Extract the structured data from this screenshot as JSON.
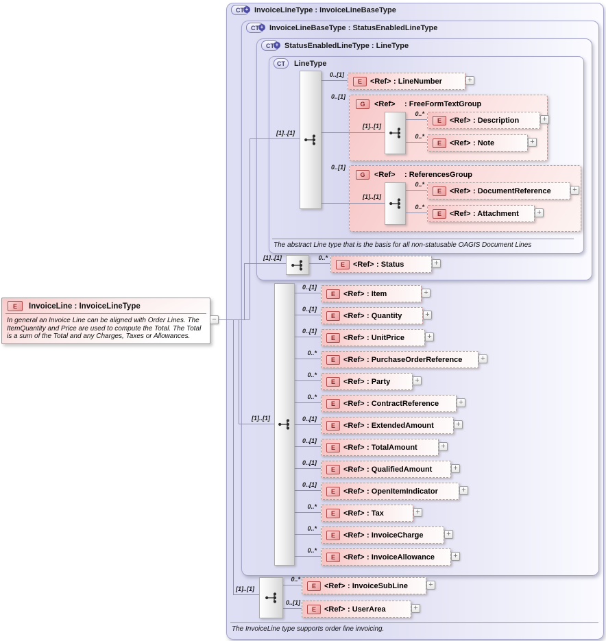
{
  "palette": {
    "container_fill": "#d8d8f0",
    "container_border": "#a3a3c8",
    "element_fill": "#f7c3c3",
    "tag_border": "#b04848",
    "ct_border": "#8181bd",
    "connector": "#8f8fa8"
  },
  "icons": {
    "expand": "+",
    "collapse": "−",
    "ct_plus": "+"
  },
  "tags": {
    "element": "E",
    "group": "G",
    "complex_type": "CT"
  },
  "ref_label": "<Ref>",
  "source": {
    "title": "InvoiceLine : InvoiceLineType",
    "annotation": "In general an Invoice Line can be aligned with Order Lines. The ItemQuantity and Price are used to compute the Total. The Total is a sum of the Total and any Charges, Taxes or Allowances."
  },
  "containers": {
    "invoice_line_type": {
      "title": "InvoiceLineType : InvoiceLineBaseType",
      "annotation": "The InvoiceLine type supports order line invoicing."
    },
    "invoice_line_base_type": {
      "title": "InvoiceLineBaseType : StatusEnabledLineType"
    },
    "status_enabled_line_type": {
      "title": "StatusEnabledLineType : LineType"
    },
    "line_type": {
      "title": "LineType",
      "annotation": "The abstract Line type that is the basis for all non-statusable OAGIS Document Lines"
    }
  },
  "occurs": {
    "line_type_seq": "[1]..[1]",
    "free_form_text_group_seq": "[1]..[1]",
    "references_group_seq": "[1]..[1]",
    "status_seq": "[1]..[1]",
    "base_seq": "[1]..[1]",
    "invoice_line_seq": "[1]..[1]"
  },
  "groups": {
    "free_form_text_group": {
      "card": "0..[1]",
      "name": ": FreeFormTextGroup"
    },
    "references_group": {
      "card": "0..[1]",
      "name": ": ReferencesGroup"
    }
  },
  "elements": {
    "line_number": {
      "card": "0..[1]",
      "name": ": LineNumber"
    },
    "description": {
      "card": "0..*",
      "name": ": Description"
    },
    "note": {
      "card": "0..*",
      "name": ": Note"
    },
    "document_reference": {
      "card": "0..*",
      "name": ": DocumentReference"
    },
    "attachment": {
      "card": "0..*",
      "name": ": Attachment"
    },
    "status": {
      "card": "0..*",
      "name": ": Status"
    },
    "item": {
      "card": "0..[1]",
      "name": ": Item"
    },
    "quantity": {
      "card": "0..[1]",
      "name": ": Quantity"
    },
    "unit_price": {
      "card": "0..[1]",
      "name": ": UnitPrice"
    },
    "purchase_order_reference": {
      "card": "0..*",
      "name": ": PurchaseOrderReference"
    },
    "party": {
      "card": "0..*",
      "name": ": Party"
    },
    "contract_reference": {
      "card": "0..*",
      "name": ": ContractReference"
    },
    "extended_amount": {
      "card": "0..[1]",
      "name": ": ExtendedAmount"
    },
    "total_amount": {
      "card": "0..[1]",
      "name": ": TotalAmount"
    },
    "qualified_amount": {
      "card": "0..[1]",
      "name": ": QualifiedAmount"
    },
    "open_item_indicator": {
      "card": "0..[1]",
      "name": ": OpenItemIndicator"
    },
    "tax": {
      "card": "0..*",
      "name": ": Tax"
    },
    "invoice_charge": {
      "card": "0..*",
      "name": ": InvoiceCharge"
    },
    "invoice_allowance": {
      "card": "0..*",
      "name": ": InvoiceAllowance"
    },
    "invoice_sub_line": {
      "card": "0..*",
      "name": ": InvoiceSubLine"
    },
    "user_area": {
      "card": "0..[1]",
      "name": ": UserArea"
    }
  }
}
